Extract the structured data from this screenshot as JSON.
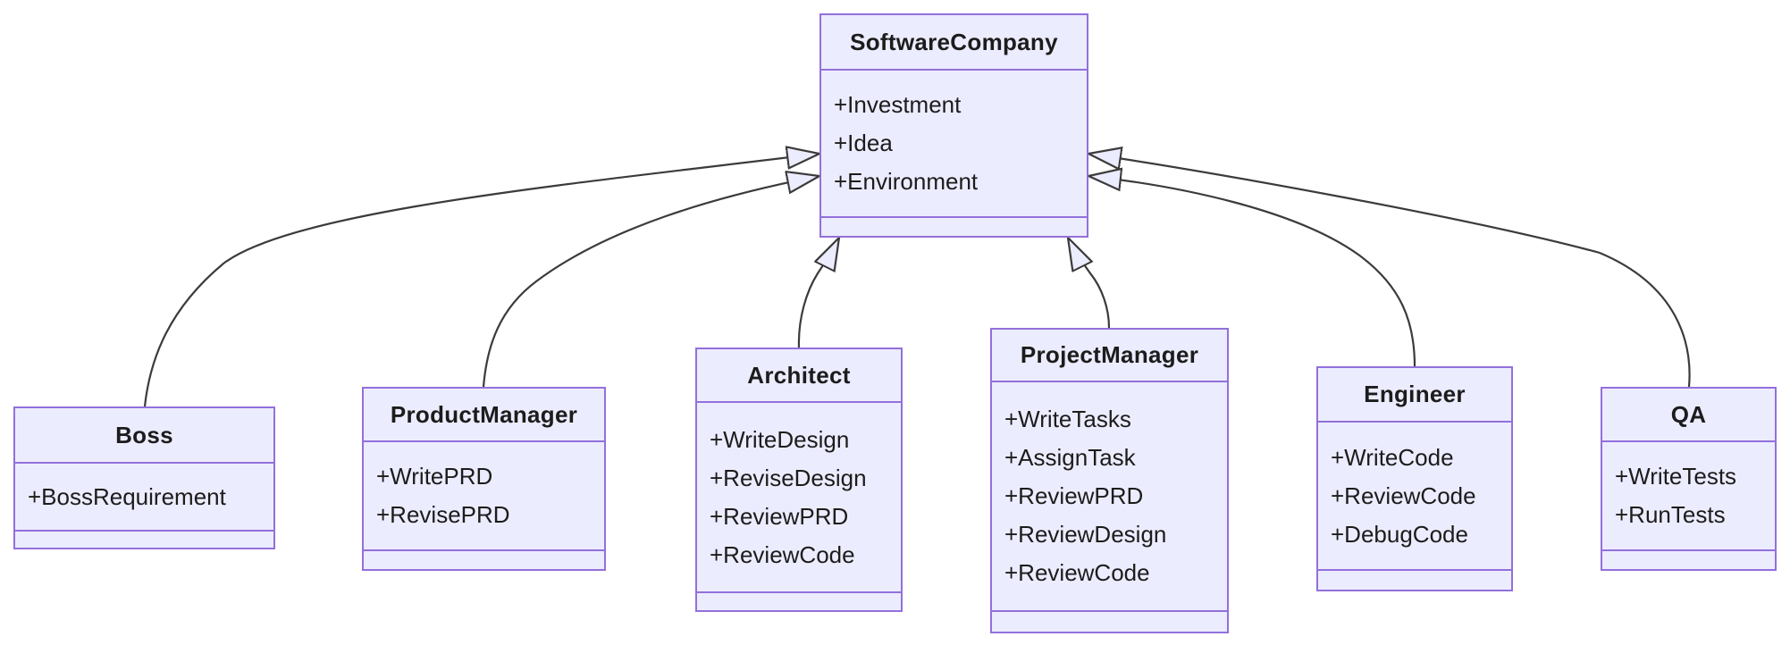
{
  "diagram": {
    "type": "uml-class-diagram",
    "colors": {
      "node_fill": "#ECECFF",
      "node_border": "#9370DB",
      "edge": "#3b3b3b",
      "text": "#1c1c1c",
      "background": "#ffffff"
    },
    "classes": [
      {
        "name": "SoftwareCompany",
        "attributes": [
          "+Investment",
          "+Idea",
          "+Environment"
        ],
        "methods": []
      },
      {
        "name": "Boss",
        "attributes": [
          "+BossRequirement"
        ],
        "methods": []
      },
      {
        "name": "ProductManager",
        "attributes": [
          "+WritePRD",
          "+RevisePRD"
        ],
        "methods": []
      },
      {
        "name": "Architect",
        "attributes": [
          "+WriteDesign",
          "+ReviseDesign",
          "+ReviewPRD",
          "+ReviewCode"
        ],
        "methods": []
      },
      {
        "name": "ProjectManager",
        "attributes": [
          "+WriteTasks",
          "+AssignTask",
          "+ReviewPRD",
          "+ReviewDesign",
          "+ReviewCode"
        ],
        "methods": []
      },
      {
        "name": "Engineer",
        "attributes": [
          "+WriteCode",
          "+ReviewCode",
          "+DebugCode"
        ],
        "methods": []
      },
      {
        "name": "QA",
        "attributes": [
          "+WriteTests",
          "+RunTests"
        ],
        "methods": []
      }
    ],
    "relations": [
      {
        "from": "Boss",
        "to": "SoftwareCompany",
        "type": "inheritance"
      },
      {
        "from": "ProductManager",
        "to": "SoftwareCompany",
        "type": "inheritance"
      },
      {
        "from": "Architect",
        "to": "SoftwareCompany",
        "type": "inheritance"
      },
      {
        "from": "ProjectManager",
        "to": "SoftwareCompany",
        "type": "inheritance"
      },
      {
        "from": "Engineer",
        "to": "SoftwareCompany",
        "type": "inheritance"
      },
      {
        "from": "QA",
        "to": "SoftwareCompany",
        "type": "inheritance"
      }
    ]
  }
}
